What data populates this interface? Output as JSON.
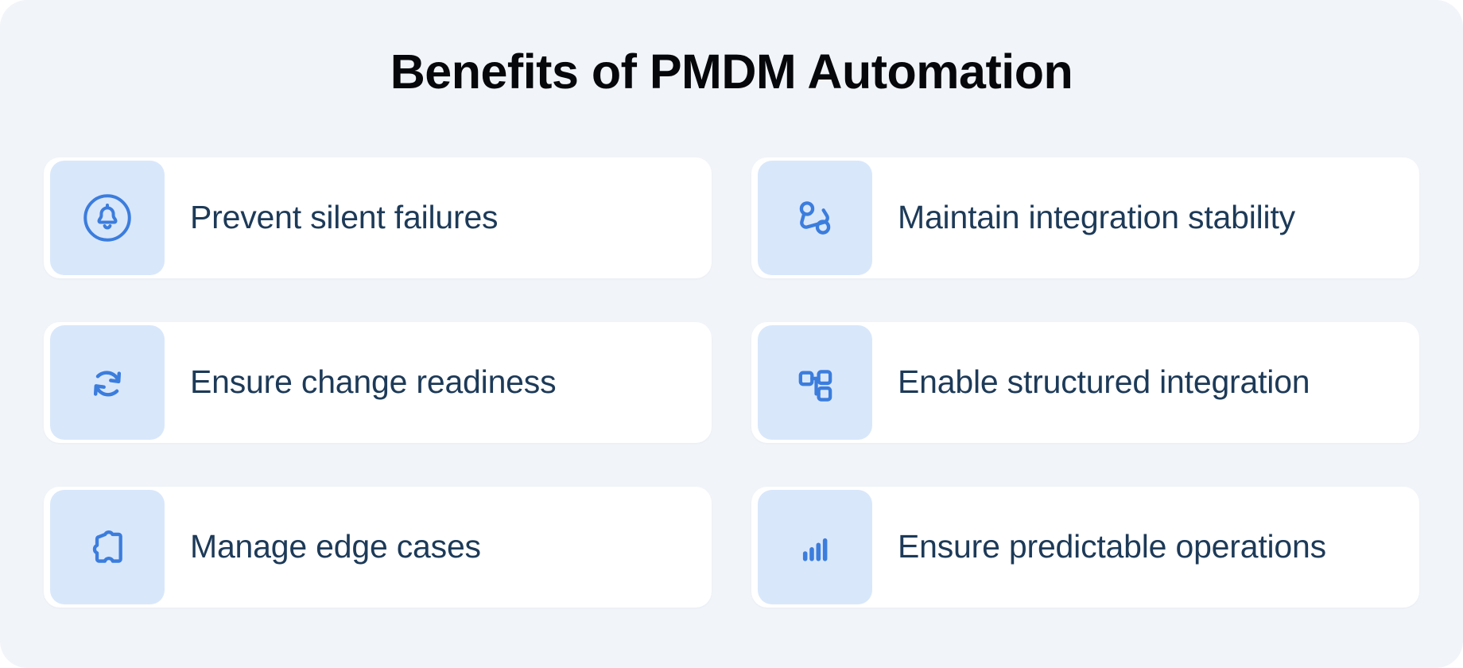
{
  "panel": {
    "title": "Benefits of PMDM Automation",
    "background_color": "#f1f4f9",
    "card_background_color": "#ffffff",
    "icon_tile_color": "#d9e7fb",
    "icon_color": "#3b7ddd",
    "label_color": "#1d3a58",
    "title_color": "#05070a"
  },
  "benefits": [
    {
      "label": "Prevent silent failures",
      "icon": "bell-alert-icon"
    },
    {
      "label": "Maintain integration stability",
      "icon": "node-link-graph-icon"
    },
    {
      "label": "Ensure change readiness",
      "icon": "refresh-sync-icon"
    },
    {
      "label": "Enable structured integration",
      "icon": "hierarchy-nodes-icon"
    },
    {
      "label": "Manage edge cases",
      "icon": "puzzle-piece-icon"
    },
    {
      "label": "Ensure predictable operations",
      "icon": "bar-chart-icon"
    }
  ]
}
